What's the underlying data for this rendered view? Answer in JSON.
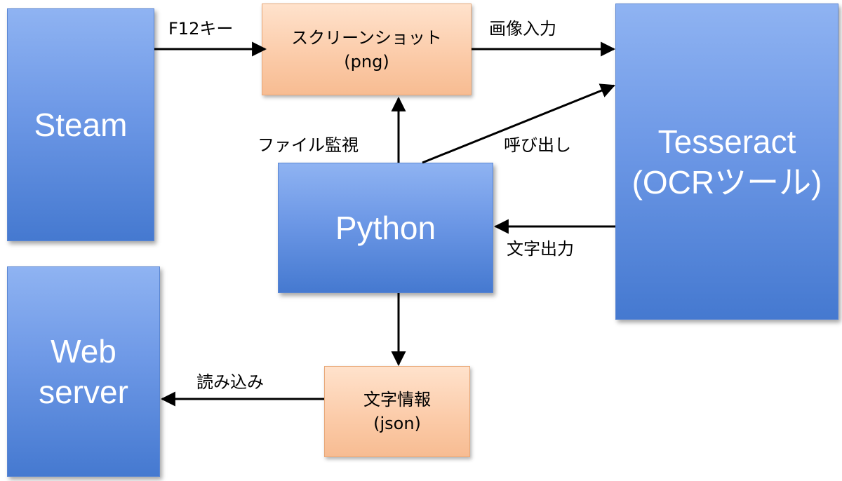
{
  "nodes": {
    "steam": {
      "text": "Steam"
    },
    "web_server": {
      "line1": "Web",
      "line2": "server"
    },
    "screenshot": {
      "line1": "スクリーンショット",
      "line2": "(png)"
    },
    "python": {
      "text": "Python"
    },
    "tesseract": {
      "line1": "Tesseract",
      "line2": "(OCRツール)"
    },
    "text_info": {
      "line1": "文字情報",
      "line2": "(json)"
    }
  },
  "edges": {
    "f12_key": "F12キー",
    "image_input": "画像入力",
    "file_watch": "ファイル監視",
    "invoke": "呼び出し",
    "text_output": "文字出力",
    "read_in": "読み込み"
  },
  "colors": {
    "blue_top": "#8fb3f2",
    "blue_bottom": "#4579d0",
    "orange_top": "#ffe2cc",
    "orange_bottom": "#f7bc92",
    "arrow": "#000000"
  }
}
